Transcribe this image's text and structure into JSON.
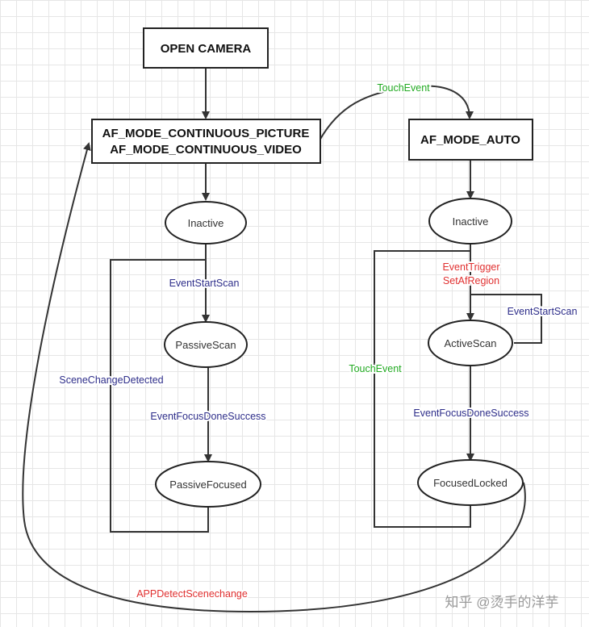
{
  "boxes": {
    "open_camera": "OPEN CAMERA",
    "af_continuous_picture": "AF_MODE_CONTINUOUS_PICTURE",
    "af_continuous_video": "AF_MODE_CONTINUOUS_VIDEO",
    "af_auto": "AF_MODE_AUTO"
  },
  "states": {
    "left_inactive": "Inactive",
    "passive_scan": "PassiveScan",
    "passive_focused": "PassiveFocused",
    "right_inactive": "Inactive",
    "active_scan": "ActiveScan",
    "focused_locked": "FocusedLocked"
  },
  "labels": {
    "touch_event_top": "TouchEvent",
    "event_start_scan_left": "EventStartScan",
    "scene_change_detected": "SceneChangeDetected",
    "event_focus_done_left": "EventFocusDoneSuccess",
    "event_trigger": "EventTrigger",
    "set_af_region": "SetAfRegion",
    "event_start_scan_right": "EventStartScan",
    "touch_event_right": "TouchEvent",
    "event_focus_done_right": "EventFocusDoneSuccess",
    "app_detect_scenechange": "APPDetectScenechange"
  },
  "watermark": "知乎 @烫手的洋芋",
  "colors": {
    "blue_label": "#2e2e8a",
    "red_label": "#e03030",
    "green_label": "#22aa22"
  }
}
